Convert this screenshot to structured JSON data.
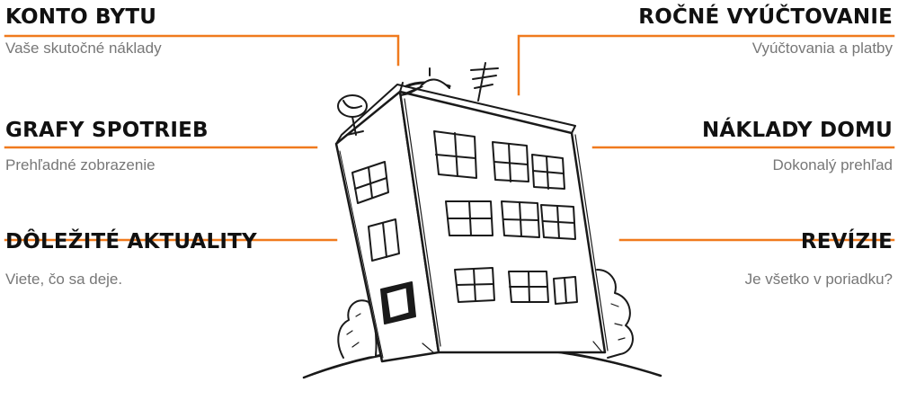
{
  "features": {
    "account": {
      "title": "KONTO BYTU",
      "subtitle": "Vaše skutočné náklady"
    },
    "charts": {
      "title": "GRAFY SPOTRIEB",
      "subtitle": "Prehľadné zobrazenie"
    },
    "news": {
      "title": "DÔLEŽITÉ AKTUALITY",
      "subtitle": "Viete, čo sa deje."
    },
    "billing": {
      "title": "ROČNÉ VYÚČTOVANIE",
      "subtitle": "Vyúčtovania a platby"
    },
    "costs": {
      "title": "NÁKLADY DOMU",
      "subtitle": "Dokonalý prehľad"
    },
    "revisions": {
      "title": "REVÍZIE",
      "subtitle": "Je všetko v poriadku?"
    }
  },
  "colors": {
    "accent": "#f07a1e",
    "title": "#111111",
    "subtitle": "#777777"
  },
  "illustration": "sketch-apartment-building"
}
